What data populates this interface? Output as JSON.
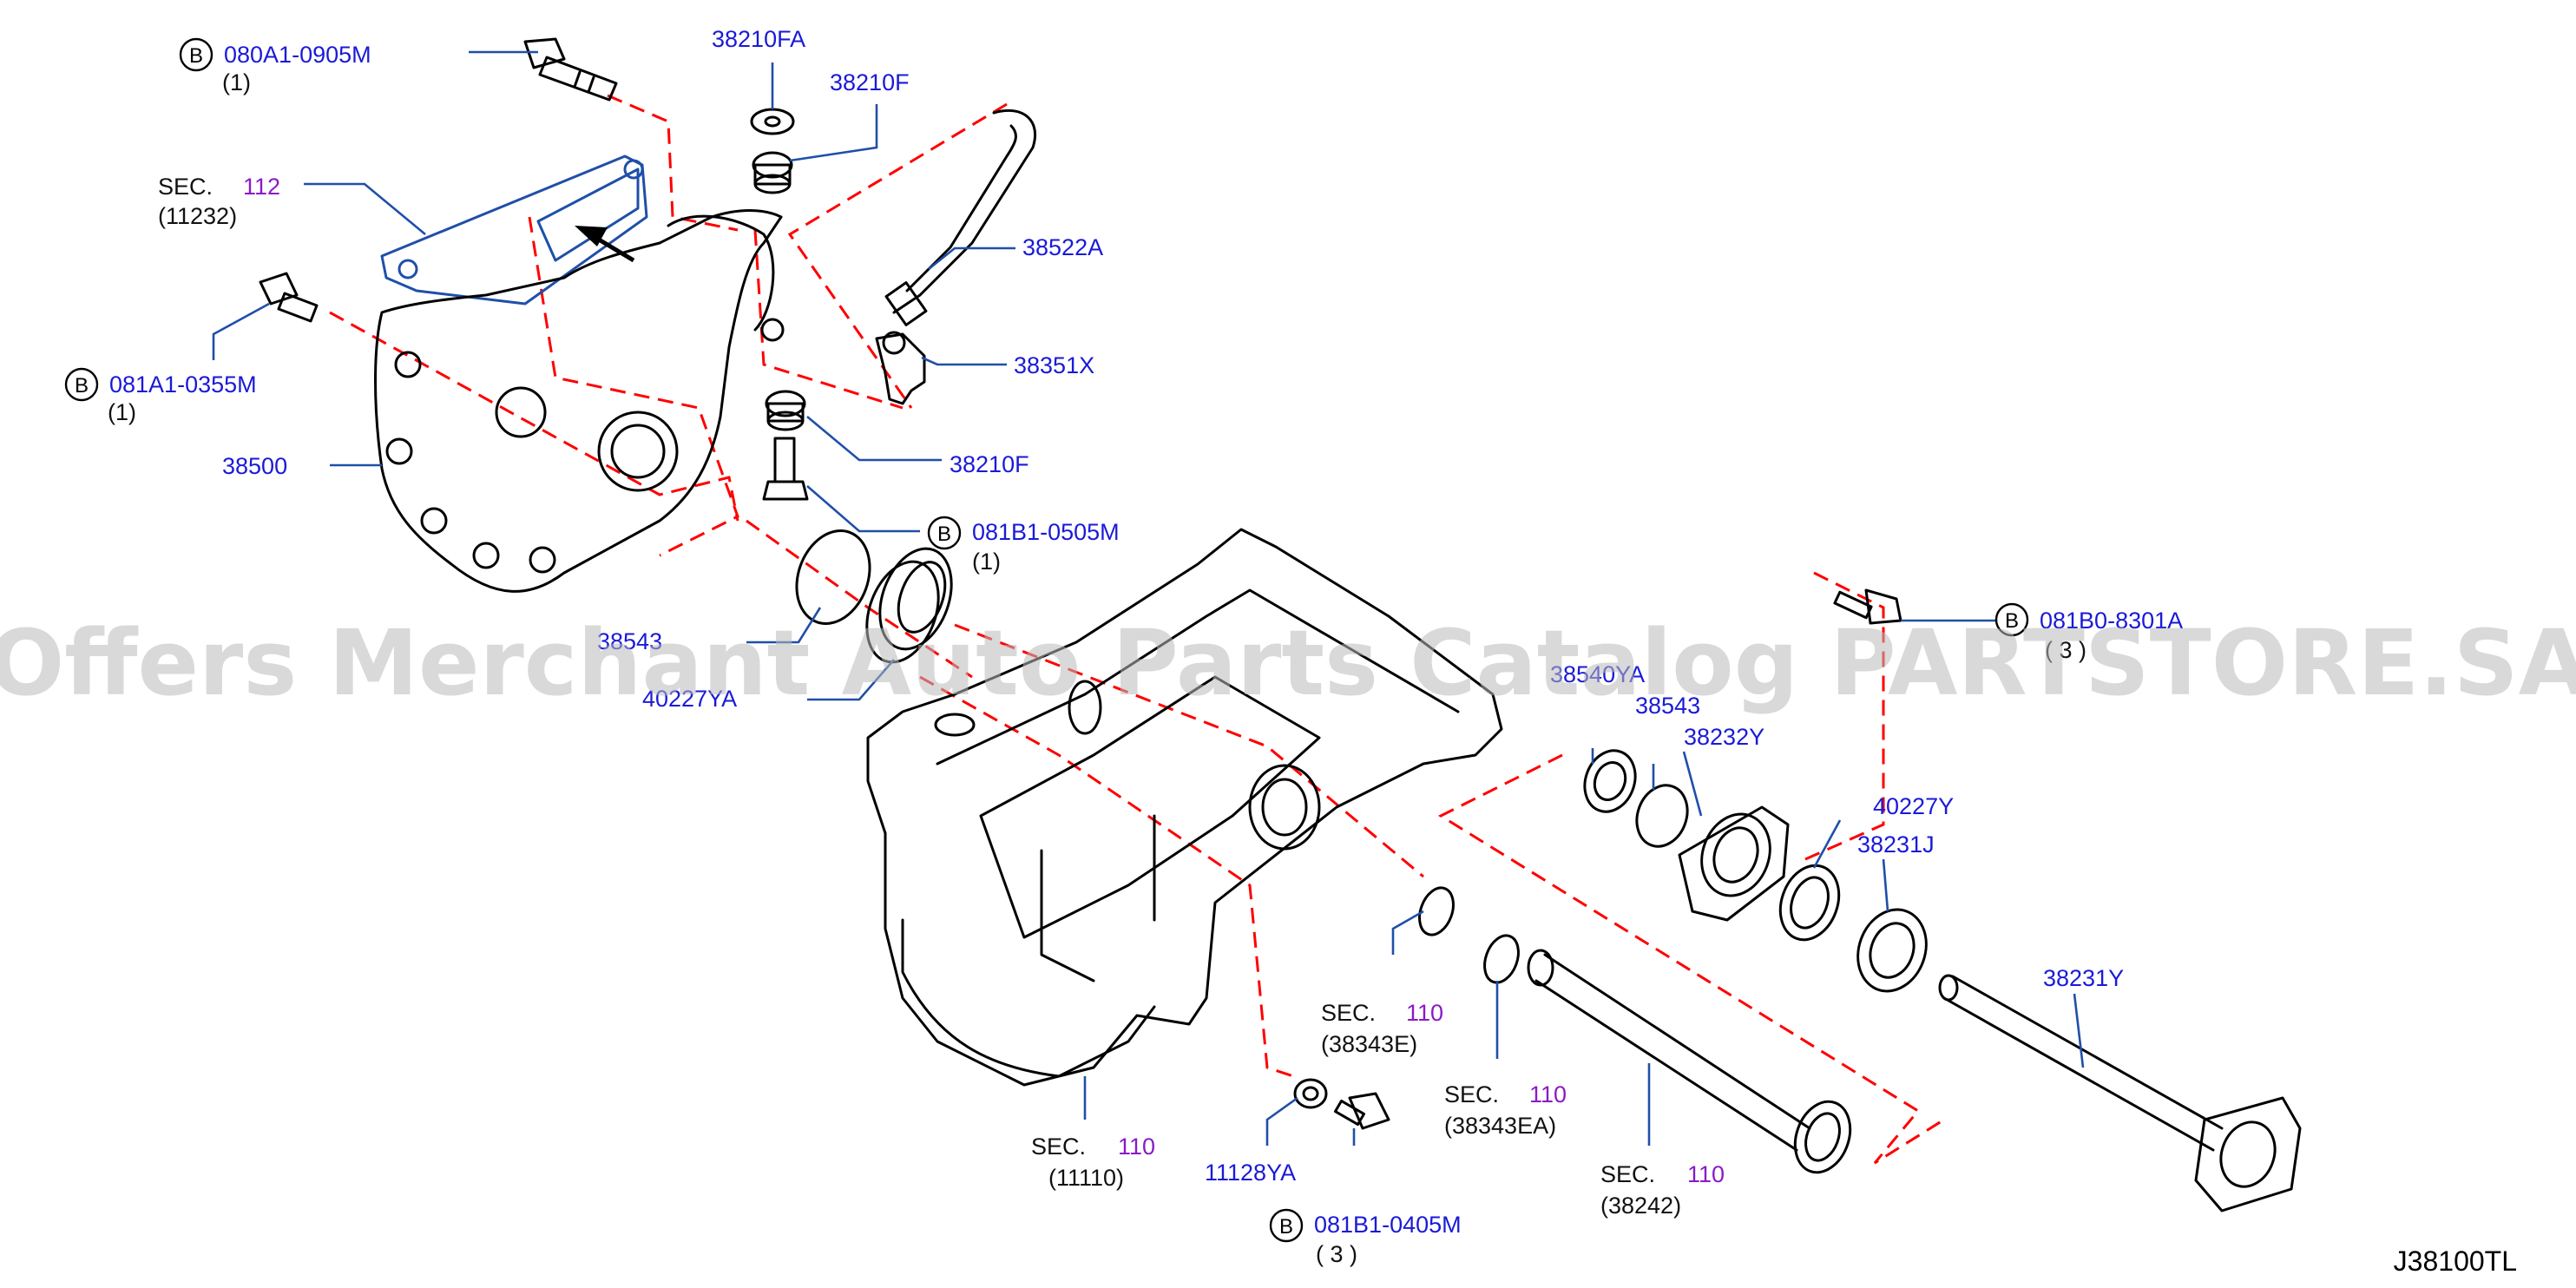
{
  "diagram_code": "J38100TL",
  "watermark": "Offers Merchant Auto Parts Catalog PARTSTORE.SA",
  "badge_letter": "B",
  "labels": {
    "p080A1": "080A1-0905M",
    "p080A1_qty": "(1)",
    "p38210FA": "38210FA",
    "p38210F_a": "38210F",
    "sec112_prefix": "SEC.",
    "sec112_num": "112",
    "sec112_ref": "(11232)",
    "p38522A": "38522A",
    "p081A1": "081A1-0355M",
    "p081A1_qty": "(1)",
    "p38351X": "38351X",
    "p38210F_b": "38210F",
    "p38500": "38500",
    "p081B1_0505": "081B1-0505M",
    "p081B1_0505_qty": "(1)",
    "p38543": "38543",
    "p40227YA": "40227YA",
    "p081B0": "081B0-8301A",
    "p081B0_qty": "( 3 )",
    "p38540YA": "38540YA",
    "p38543_b": "38543",
    "p38232Y": "38232Y",
    "p40227Y": "40227Y",
    "p38231J": "38231J",
    "p38231Y": "38231Y",
    "sec110_a_prefix": "SEC.",
    "sec110_a_num": "110",
    "sec110_a_ref": "(38343E)",
    "sec110_b_prefix": "SEC.",
    "sec110_b_num": "110",
    "sec110_b_ref": "(38343EA)",
    "sec110_c_prefix": "SEC.",
    "sec110_c_num": "110",
    "sec110_c_ref": "(11110)",
    "sec110_d_prefix": "SEC.",
    "sec110_d_num": "110",
    "sec110_d_ref": "(38242)",
    "p11128YA": "11128YA",
    "p081B1_0405": "081B1-0405M",
    "p081B1_0405_qty": "( 3 )"
  },
  "colors": {
    "label_blue": "#1a1ad8",
    "section_purple": "#8a1ac8",
    "leader_blue": "#1f4fa8",
    "dashed_red": "#ff0000",
    "outline_black": "#000000"
  }
}
